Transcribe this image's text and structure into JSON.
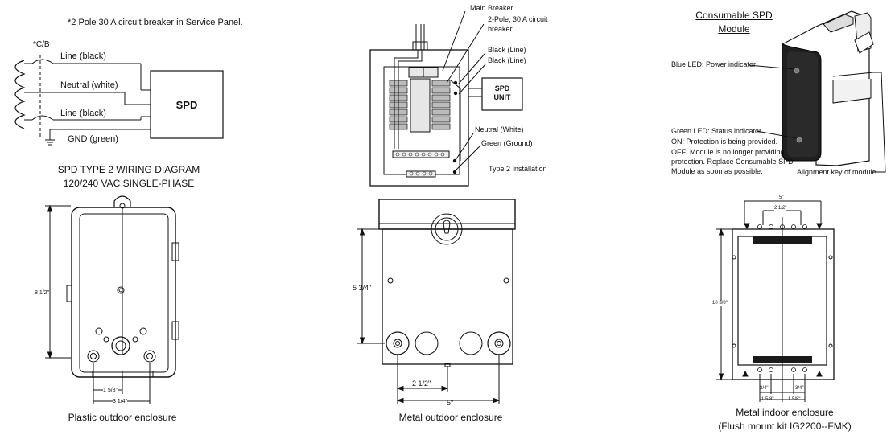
{
  "wiring": {
    "note": "*2 Pole 30 A circuit breaker in Service Panel.",
    "cb_label": "*C/B",
    "line1": "Line (black)",
    "neutral": "Neutral (white)",
    "line2": "Line (black)",
    "gnd": "GND (green)",
    "spd_box": "SPD",
    "title1": "SPD TYPE 2 WIRING DIAGRAM",
    "title2": "120/240 VAC SINGLE-PHASE"
  },
  "panel": {
    "main_breaker": "Main Breaker",
    "breaker_2pole_1": "2-Pole, 30 A circuit",
    "breaker_2pole_2": "breaker",
    "black1": "Black (Line)",
    "black2": "Black (Line)",
    "spd_unit_1": "SPD",
    "spd_unit_2": "UNIT",
    "neutral_white": "Neutral (White)",
    "green_ground": "Green (Ground)",
    "type2": "Type 2 Installation"
  },
  "module": {
    "title1": "Consumable SPD",
    "title2": "Module",
    "blue_led": "Blue LED: Power indicator",
    "green_led": "Green LED: Status indicator",
    "on_text": "ON: Protection is being provided.",
    "off_1": "OFF: Module is no longer providing",
    "off_2": "protection. Replace Consumable SPD",
    "off_3": "Module as soon as possible.",
    "alignment": "Alignment key of module"
  },
  "plastic": {
    "dim_height": "8 1/2\"",
    "dim_158": "1 5/8\"",
    "dim_314": "3 1/4\"",
    "caption": "Plastic outdoor enclosure"
  },
  "metal_outdoor": {
    "dim_height": "5 3/4\"",
    "dim_212": "2 1/2\"",
    "dim_5": "5\"",
    "caption": "Metal outdoor enclosure"
  },
  "metal_indoor": {
    "dim_5": "5\"",
    "dim_212": "2 1/2\"",
    "dim_height": "10 3/8\"",
    "dim_34a": "3/4\"",
    "dim_34b": "3/4\"",
    "dim_158a": "1 5/8\"",
    "dim_158b": "1 5/8\"",
    "caption1": "Metal indoor enclosure",
    "caption2": "(Flush mount kit IG2200--FMK)"
  }
}
